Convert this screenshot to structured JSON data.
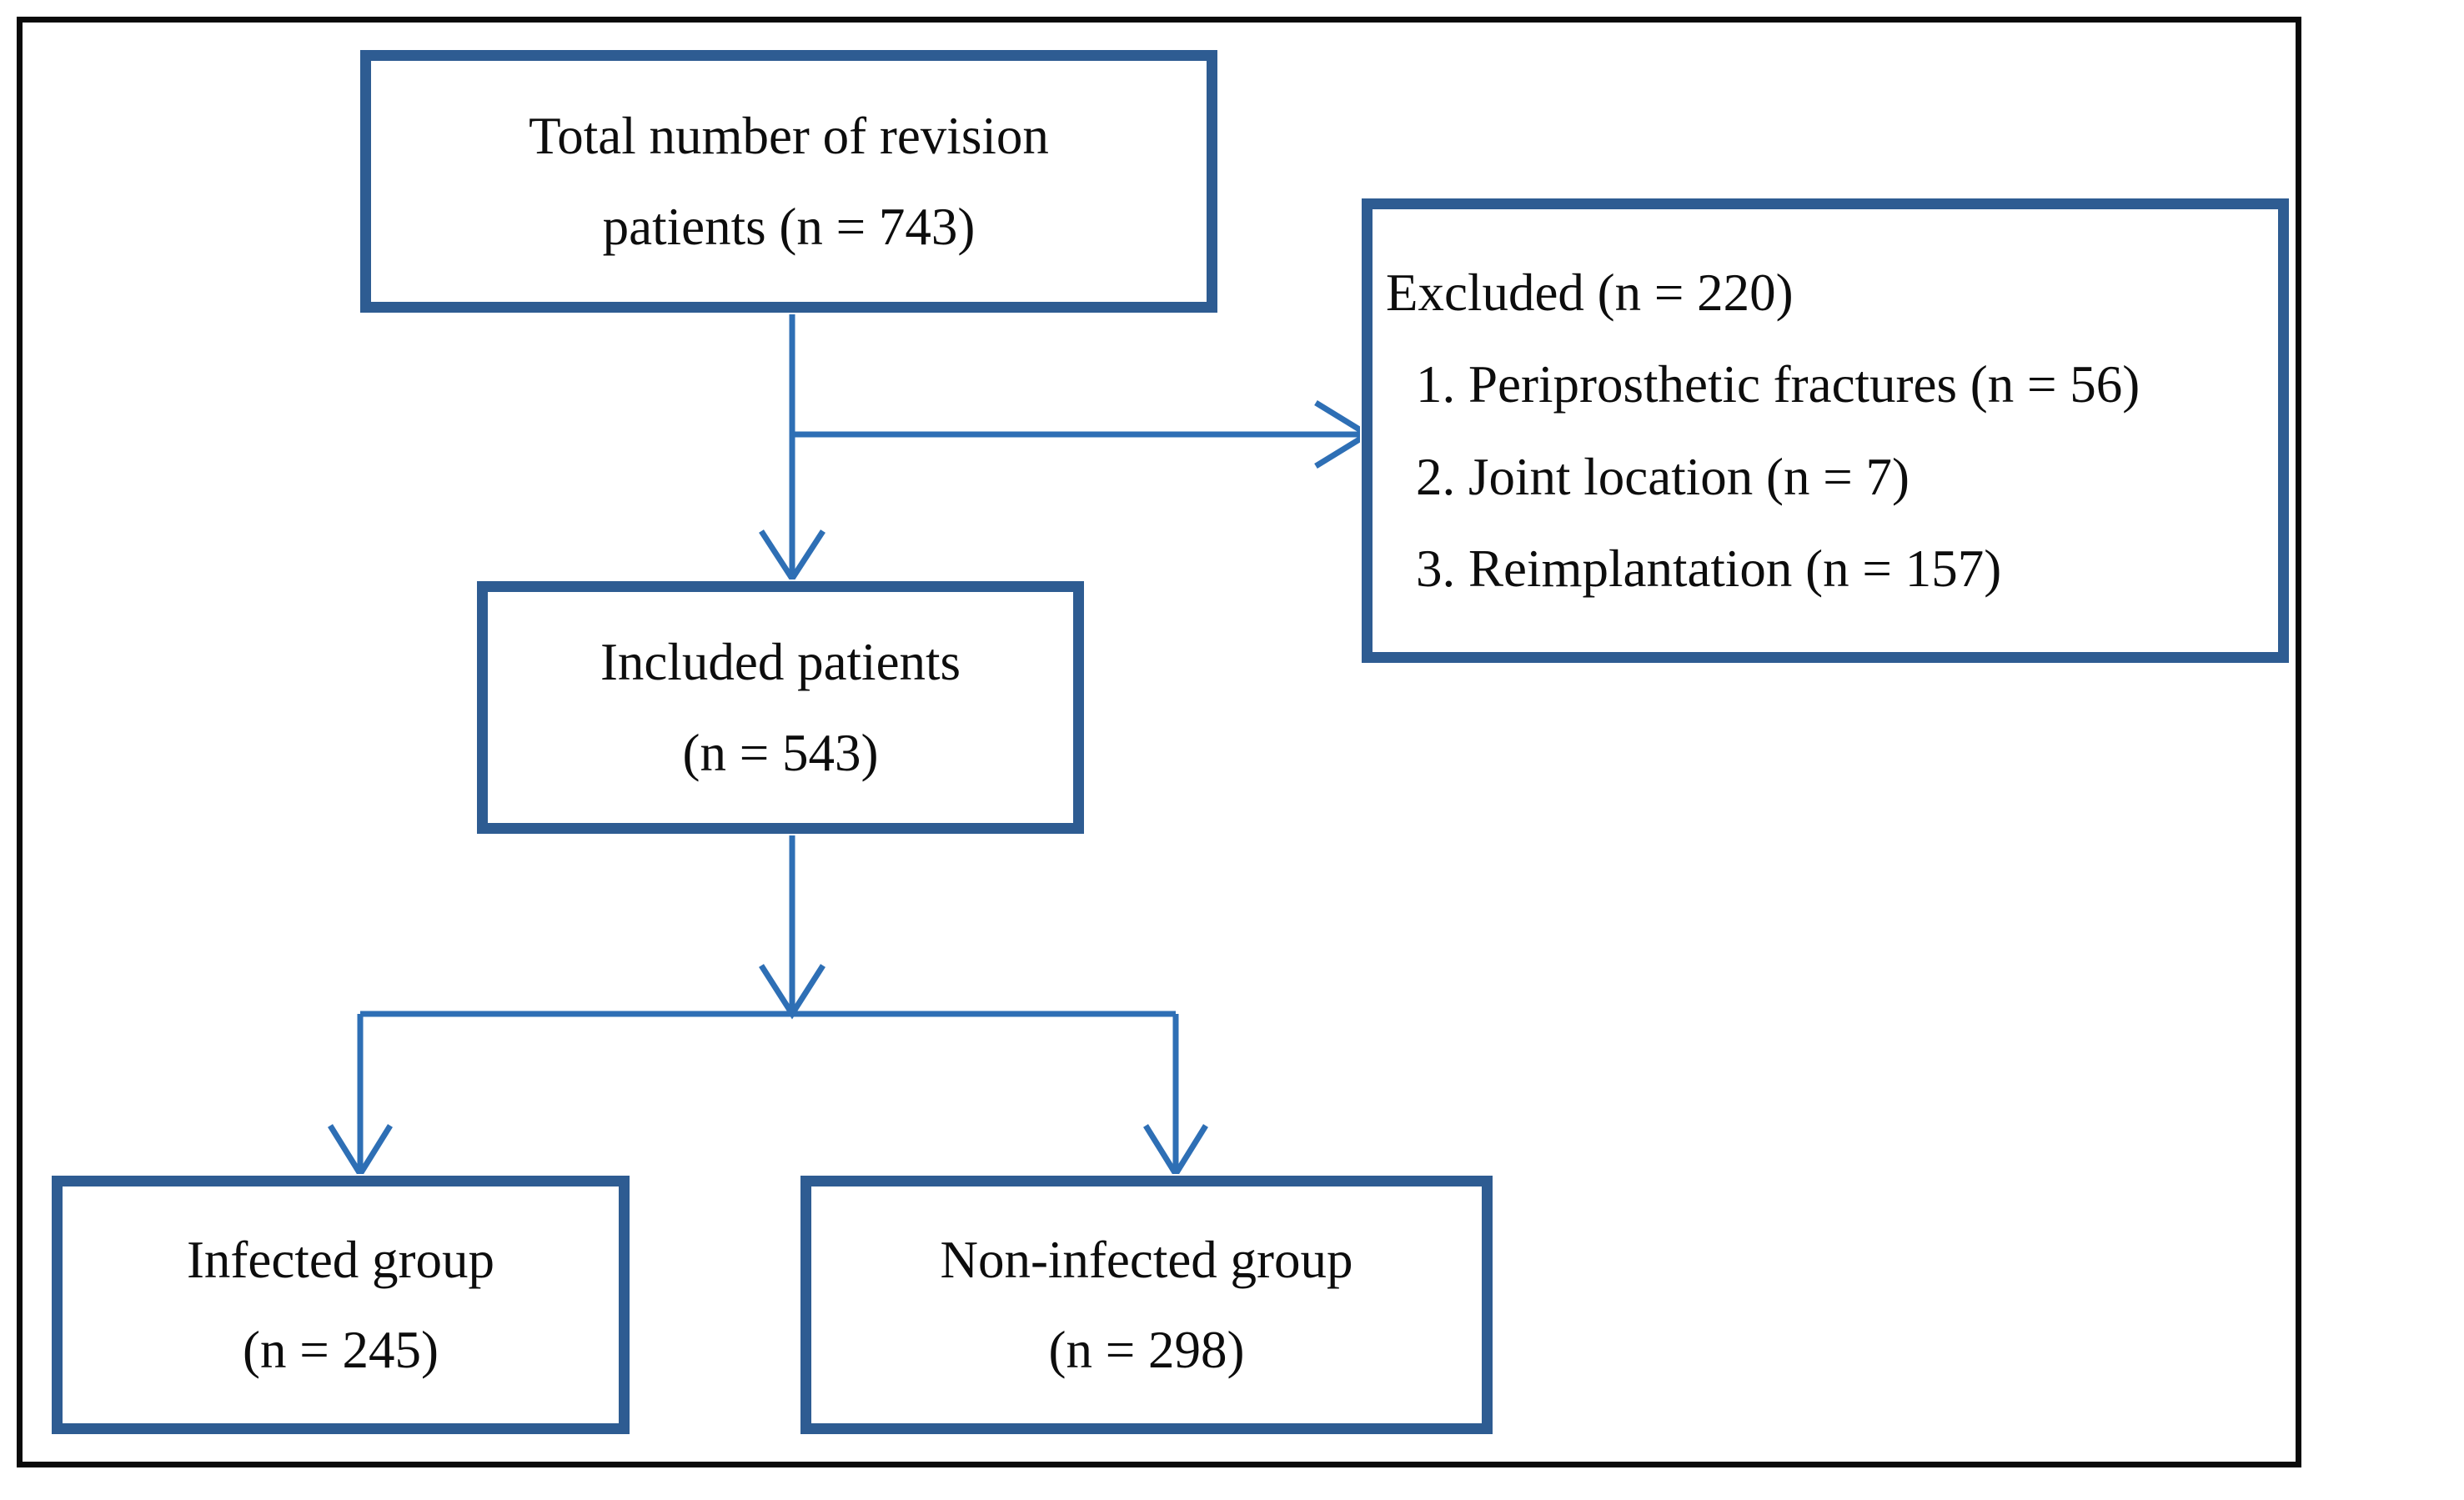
{
  "figure": {
    "type": "flowchart",
    "title": "Patient selection flow diagram",
    "accent_color": "#2e5c92",
    "frame_color": "#0a0a0a",
    "connector_color": "#2e6fb5",
    "text_color": "#0d0d0d",
    "background_color": "#ffffff"
  },
  "nodes": {
    "total": {
      "id": "total-revision-patients",
      "lines": [
        "Total number of revision",
        "patients (n = 743)"
      ],
      "count": 743
    },
    "excluded": {
      "id": "excluded-patients",
      "heading": "Excluded (n = 220)",
      "count": 220,
      "reasons": [
        {
          "number": "1.",
          "label": "1. Periprosthetic fractures (n = 56)",
          "count": 56
        },
        {
          "number": "2.",
          "label": "2. Joint location (n = 7)",
          "count": 7
        },
        {
          "number": "3.",
          "label": "3. Reimplantation (n = 157)",
          "count": 157
        }
      ]
    },
    "included": {
      "id": "included-patients",
      "lines": [
        "Included patients",
        "(n = 543)"
      ],
      "count": 543
    },
    "infected": {
      "id": "infected-group",
      "lines": [
        "Infected group",
        "(n = 245)"
      ],
      "count": 245
    },
    "noninfected": {
      "id": "non-infected-group",
      "lines": [
        "Non-infected group",
        "(n = 298)"
      ],
      "count": 298
    }
  },
  "edges": [
    {
      "from": "total",
      "to": "included",
      "direction": "down",
      "arrowhead": true
    },
    {
      "from": "total",
      "to": "excluded",
      "direction": "right",
      "arrowhead": true
    },
    {
      "from": "included",
      "to": "infected",
      "direction": "down-split-left",
      "arrowhead": true
    },
    {
      "from": "included",
      "to": "noninfected",
      "direction": "down-split-right",
      "arrowhead": true
    }
  ]
}
